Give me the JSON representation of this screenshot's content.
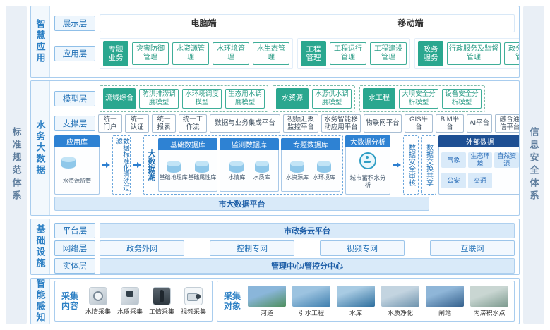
{
  "left_panel": "标准规范体系",
  "right_panel": "信息安全体系",
  "smart_app": {
    "title": "智慧应用",
    "display": {
      "label": "展示层",
      "pc": "电脑端",
      "mobile": "移动端"
    },
    "app": {
      "label": "应用层",
      "groups": [
        {
          "lead": "专题业务",
          "items": [
            "灾害防御管理",
            "水资源管理",
            "水环境管理",
            "水生态管理"
          ]
        },
        {
          "lead": "工程管理",
          "items": [
            "工程运行管理",
            "工程建设管理"
          ]
        },
        {
          "lead": "政务服务",
          "items": [
            "行政服务及监督管理",
            "政务内控管理"
          ]
        }
      ]
    }
  },
  "big_data": {
    "title": "水务大数据",
    "model": {
      "label": "模型层",
      "groups": [
        {
          "lead": "流域综合",
          "items": [
            "防洪排涝调度模型",
            "水环境调度模型",
            "生态用水调度模型"
          ]
        },
        {
          "lead": "水资源",
          "items": [
            "水源供水调度模型"
          ]
        },
        {
          "lead": "水工程",
          "items": [
            "大坝安全分析模型",
            "设备安全分析模型"
          ]
        }
      ]
    },
    "support": {
      "label": "支撑层",
      "items": [
        "统一门户",
        "统一认证",
        "统一报表",
        "统一工作流",
        "数据与业务集成平台",
        "视频汇聚监控平台",
        "水务智能移动应用平台",
        "物联网平台",
        "GIS平台",
        "BIM平台",
        "AI平台",
        "融合通信平台"
      ]
    },
    "flow": {
      "app_db": {
        "header": "应用库",
        "cylinder": "水资源监管",
        "more": "……"
      },
      "filter": "数据标准化清洗过滤",
      "lake": {
        "label": "大数据湖",
        "groups": [
          {
            "header": "基础数据库",
            "c1": "基础地理库",
            "c2": "基础属性库"
          },
          {
            "header": "监测数据库",
            "c1": "水情库",
            "c2": "水质库"
          },
          {
            "header": "专题数据库",
            "c1": "水资源库",
            "c2": "水环境库"
          }
        ]
      },
      "analysis": {
        "header": "大数据分析",
        "item": "城市蓄积水分析"
      },
      "audit": "数据安全审核",
      "exchange": "数据交换共享",
      "external": {
        "header": "外部数据",
        "items": [
          "气象",
          "生态环境",
          "自然资源",
          "公安",
          "交通"
        ]
      }
    },
    "bar": "市大数据平台"
  },
  "infra": {
    "title": "基础设施",
    "platform": {
      "label": "平台层",
      "bar": "市政务云平台"
    },
    "network": {
      "label": "网络层",
      "items": [
        "政务外网",
        "控制专网",
        "视频专网",
        "互联网"
      ]
    },
    "entity": {
      "label": "实体层",
      "bar": "管理中心/管控分中心"
    }
  },
  "perception": {
    "title": "智能感知",
    "content": {
      "label": "采集内容",
      "items": [
        "水情采集",
        "水质采集",
        "工情采集",
        "视频采集"
      ]
    },
    "objects": {
      "label": "采集对象",
      "items": [
        "河道",
        "引水工程",
        "水库",
        "水质净化",
        "闸站",
        "内涝积水点"
      ]
    }
  },
  "icons": {
    "database": "database-cylinder-icon",
    "analysis": "analysis-icon",
    "arrow": "flow-arrow-right-icon",
    "devices": [
      "water-level-sensor-icon",
      "water-quality-sensor-icon",
      "engineering-sensor-icon",
      "video-camera-icon"
    ]
  },
  "colors": {
    "teal_solid": "#2aa78f",
    "blue_header": "#2e82d3",
    "dark_blue_header": "#1d4f93",
    "light_blue_bar": "#d9eaf9",
    "band_border": "#a9cdee",
    "band_title_text": "#2b7fc4",
    "layer_label_text": "#1f6fb5",
    "side_panel_bg": "#e9eff6",
    "side_panel_text": "#5f7e9e",
    "cylinder": "#8fc8ea"
  }
}
